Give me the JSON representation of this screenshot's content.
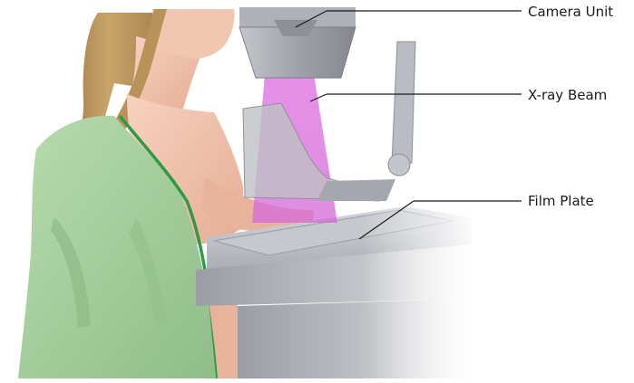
{
  "labels": {
    "camera_unit": "Camera Unit",
    "xray_beam": "X-ray Beam",
    "film_plate": "Film Plate"
  },
  "colors": {
    "skin": "#f2c6b0",
    "skin_shadow": "#dba088",
    "hair": "#b8935a",
    "gown": "#a9cfa0",
    "gown_shadow": "#8ab884",
    "gown_edge": "#2f9a45",
    "machine_light": "#c9cbd0",
    "machine_mid": "#a7aab1",
    "machine_dark": "#7e8188",
    "beam": "#d56bd9",
    "leader_line": "#1a1a1a"
  }
}
